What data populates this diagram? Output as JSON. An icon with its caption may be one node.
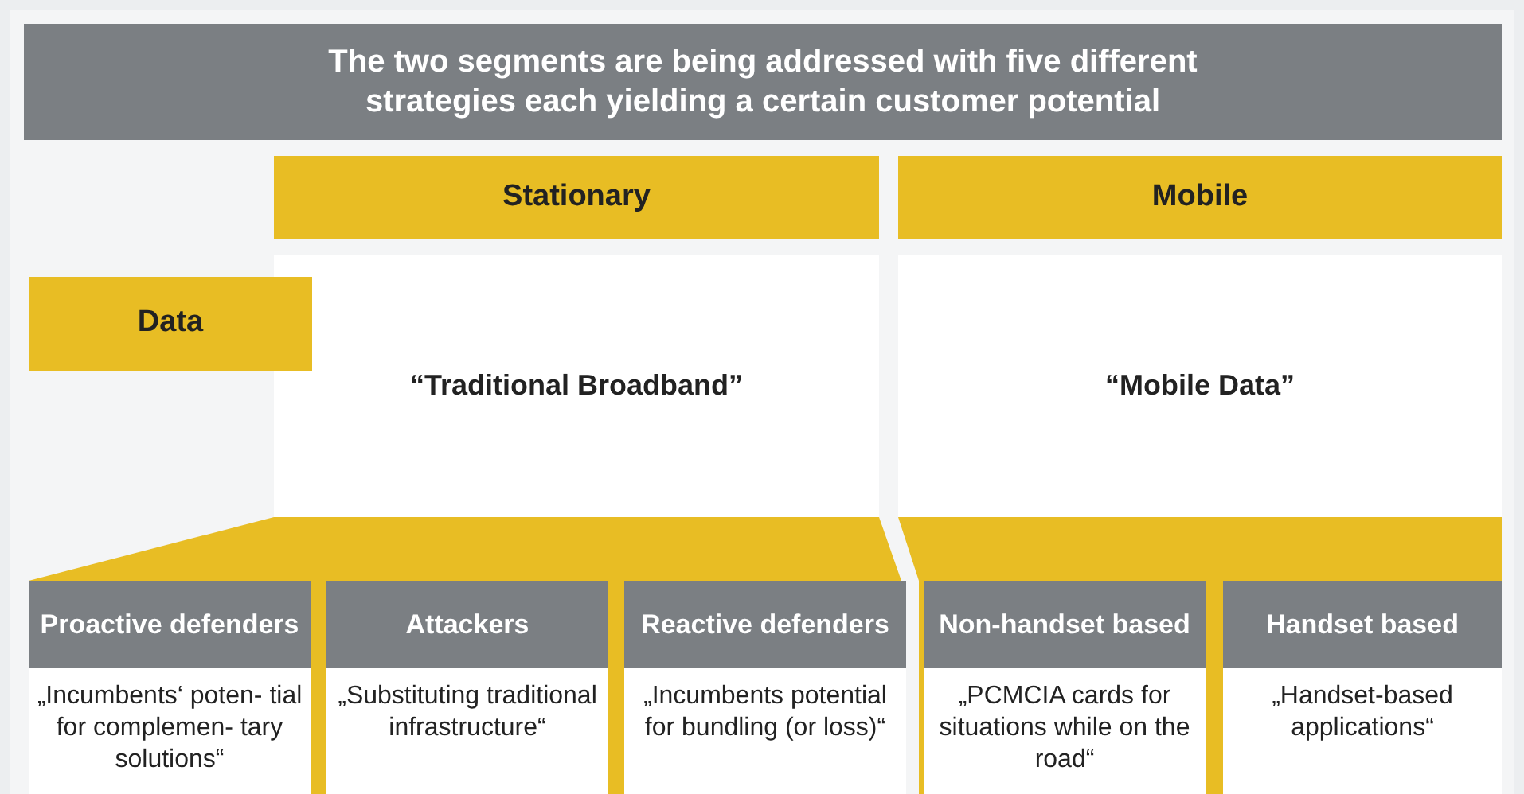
{
  "diagram": {
    "title": "The two segments are being addressed with five different strategies each yielding a certain customer potential",
    "nodes": [
      {
        "text": [
          "Stationary"
        ]
      },
      {
        "text": [
          "Mobile"
        ]
      },
      {
        "text": [
          "Data"
        ]
      },
      {
        "text": [
          "“Traditional Broadband”"
        ]
      },
      {
        "text": [
          "“Mobile Data”"
        ]
      },
      {
        "text": [
          "Proactive defenders",
          "„Incumbents‘ poten- tial for complemen- tary solutions“"
        ]
      },
      {
        "text": [
          "Attackers",
          "„Substituting traditional infrastructure“"
        ]
      },
      {
        "text": [
          "Reactive defenders",
          "„Incumbents potential for bundling (or loss)“"
        ]
      },
      {
        "text": [
          "Non-handset based",
          "„PCMCIA cards for situations while on the road“"
        ]
      },
      {
        "text": [
          "Handset based",
          "„Handset-based applications“"
        ]
      }
    ]
  }
}
